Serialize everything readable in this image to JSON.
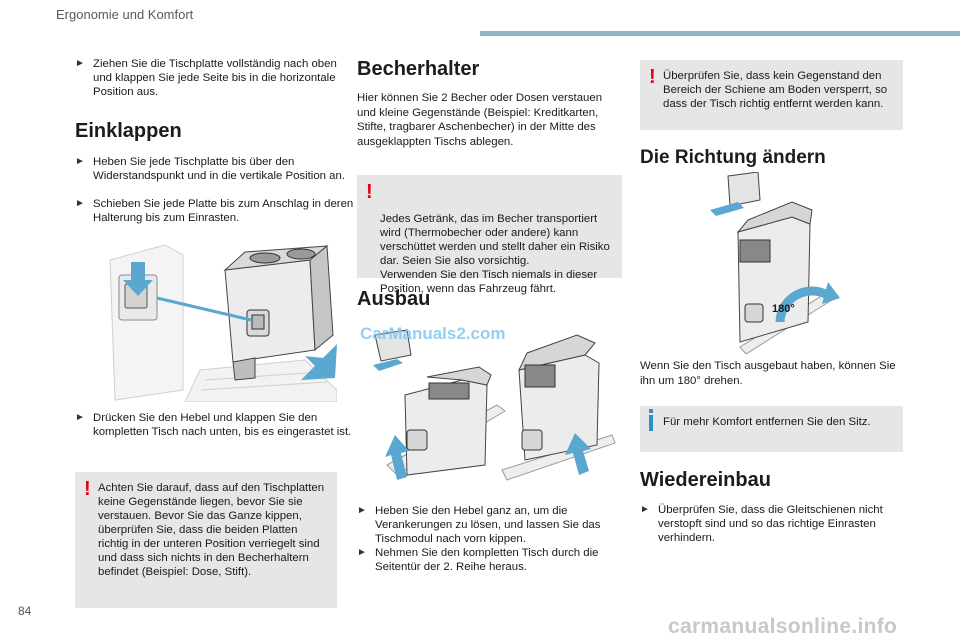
{
  "header": {
    "title": "Ergonomie und Komfort"
  },
  "page_number": "84",
  "footer_watermark": "carmanualsonline.info",
  "image_watermark": "CarManuals2.com",
  "col1": {
    "intro_bullet": "Ziehen Sie die Tischplatte vollständig nach oben und klappen Sie jede Seite bis in die horizontale Position aus.",
    "einklappen_heading": "Einklappen",
    "einklappen_bullets": [
      "Heben Sie jede Tischplatte bis über den Widerstandspunkt und in die vertikale Position an.",
      "Schieben Sie jede Platte bis zum Anschlag in deren Halterung bis zum Einrasten."
    ],
    "lever_bullet": "Drücken Sie den Hebel und klappen Sie den kompletten Tisch nach unten, bis es eingerastet ist.",
    "warning": "Achten Sie darauf, dass auf den Tischplatten keine Gegenstände liegen, bevor Sie sie verstauen. Bevor Sie das Ganze kippen, überprüfen Sie, dass die beiden Platten richtig in der unteren Position verriegelt sind und dass sich nichts in den Becherhaltern befindet (Beispiel: Dose, Stift)."
  },
  "col2": {
    "becherhalter_heading": "Becherhalter",
    "becherhalter_text": "Hier können Sie 2 Becher oder Dosen verstauen und kleine Gegenstände (Beispiel: Kreditkarten, Stifte, tragbarer Aschenbecher) in der Mitte des ausgeklappten Tischs ablegen.",
    "warning": "Jedes Getränk, das im Becher transportiert wird (Thermobecher oder andere) kann verschüttet werden und stellt daher ein Risiko dar. Seien Sie also vorsichtig.\nVerwenden Sie den Tisch niemals in dieser Position, wenn das Fahrzeug fährt.",
    "ausbau_heading": "Ausbau",
    "ausbau_bullets": [
      "Heben Sie den Hebel ganz an, um die Verankerungen zu lösen, und lassen Sie das Tischmodul nach vorn kippen.",
      "Nehmen Sie den kompletten Tisch durch die Seitentür der 2. Reihe heraus."
    ]
  },
  "col3": {
    "warning": "Überprüfen Sie, dass kein Gegenstand den Bereich der Schiene am Boden versperrt, so dass der Tisch richtig entfernt werden kann.",
    "richtung_heading": "Die Richtung ändern",
    "rotation_label": "180°",
    "richtung_text": "Wenn Sie den Tisch ausgebaut haben, können Sie ihn um 180° drehen.",
    "info": "Für mehr Komfort entfernen Sie den Sitz.",
    "wiedereinbau_heading": "Wiedereinbau",
    "wiedereinbau_bullet": "Überprüfen Sie, dass die Gleitschienen nicht verstopft sind und so das richtige Einrasten verhindern."
  },
  "colors": {
    "accent_bar": "#8fb4c4",
    "warning_mark": "#e2001a",
    "info_mark": "#2f8fc8",
    "box_bg": "#e6e6e6",
    "arrow_blue": "#5aa7cf"
  },
  "icons": {
    "bullet": "bullet-arrow-icon",
    "warning": "warning-icon",
    "info": "info-icon"
  }
}
